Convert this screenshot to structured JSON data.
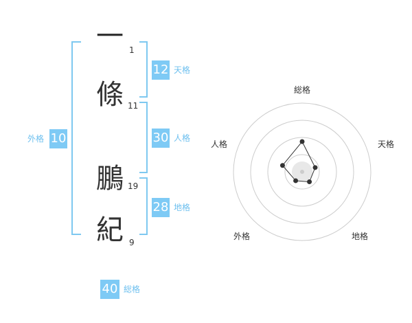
{
  "name_chars": [
    {
      "char": "一",
      "strokes": "1"
    },
    {
      "char": "條",
      "strokes": "11"
    },
    {
      "char": "鵬",
      "strokes": "19"
    },
    {
      "char": "紀",
      "strokes": "9"
    }
  ],
  "fortunes": {
    "tenkaku": {
      "value": "12",
      "label": "天格"
    },
    "jinkaku": {
      "value": "30",
      "label": "人格"
    },
    "chikaku": {
      "value": "28",
      "label": "地格"
    },
    "gaikaku": {
      "value": "10",
      "label": "外格"
    },
    "soukaku": {
      "value": "40",
      "label": "総格"
    }
  },
  "radar": {
    "axes": [
      "総格",
      "天格",
      "地格",
      "外格",
      "人格"
    ],
    "levels": 4,
    "values": [
      2.2,
      1.0,
      0.9,
      0.8,
      1.5
    ],
    "max": 5,
    "colors": {
      "grid": "#cccccc",
      "fill": "#e8e8e8",
      "line": "#333333",
      "point": "#333333"
    }
  },
  "colors": {
    "accent": "#7ecaf5",
    "accent_text": "#6ec0ef"
  }
}
